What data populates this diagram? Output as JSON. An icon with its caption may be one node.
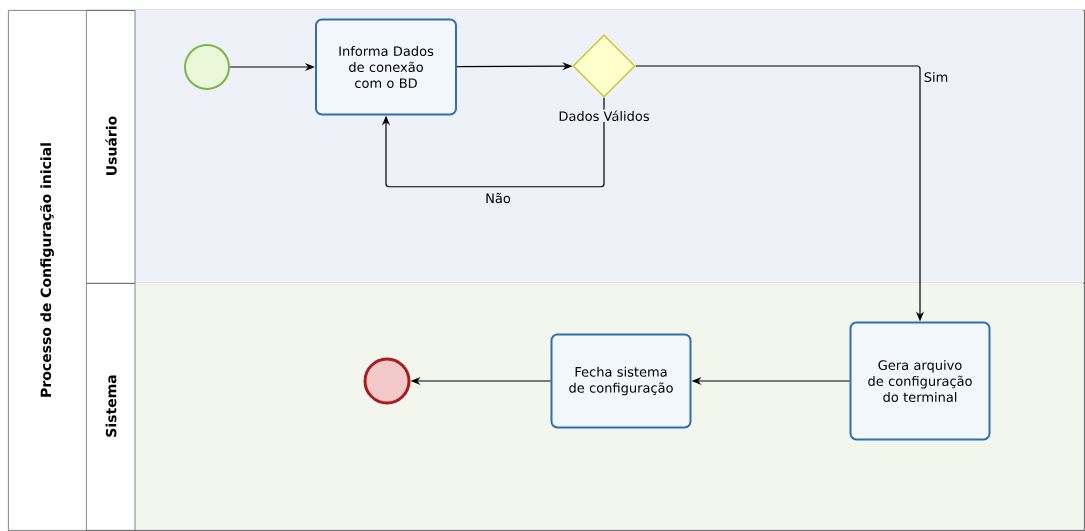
{
  "diagram": {
    "nodes": [
      {
        "text": [
          "Processo de Configuração inicial"
        ]
      },
      {
        "text": [
          "Usuário"
        ],
        "in": 0
      },
      {
        "text": [
          "Sistema"
        ],
        "in": 0
      },
      {
        "text": [],
        "shape": "circle",
        "in": 1
      },
      {
        "text": [
          "Informa Dados de conexão com o BD"
        ],
        "in": 1
      },
      {
        "text": [],
        "shape": "diamond",
        "beside": [
          "Dados Válidos"
        ],
        "in": 1
      },
      {
        "text": [
          "Gera arquivo de configuração do terminal"
        ],
        "in": 2
      },
      {
        "text": [
          "Fecha sistema de configuração"
        ],
        "in": 2
      },
      {
        "text": [],
        "shape": "circle",
        "in": 2
      }
    ],
    "edges": [
      {
        "from": 3,
        "to": 4,
        "arrow": "to"
      },
      {
        "from": 4,
        "to": 5,
        "arrow": "to"
      },
      {
        "from": 5,
        "to": 4,
        "arrow": "to",
        "label": "Não"
      },
      {
        "from": 5,
        "to": 6,
        "arrow": "to",
        "label": "Sim"
      },
      {
        "from": 6,
        "to": 7,
        "arrow": "to"
      },
      {
        "from": 7,
        "to": 8,
        "arrow": "to"
      }
    ]
  }
}
